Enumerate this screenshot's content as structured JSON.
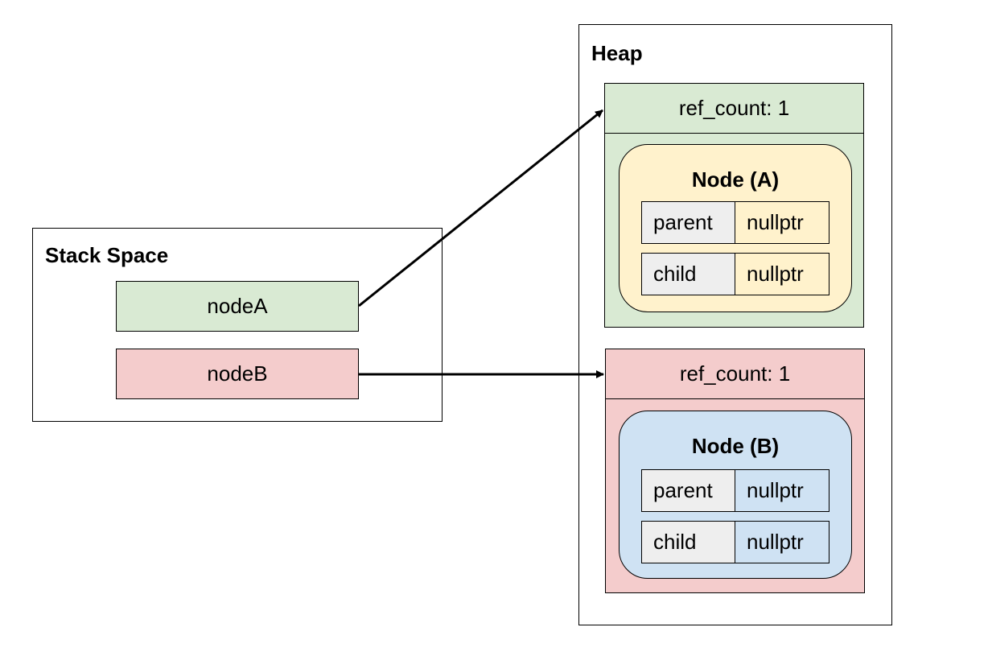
{
  "colors": {
    "green": "#d9ead3",
    "red": "#f4cccc",
    "yellow": "#fff2cc",
    "blue": "#cfe2f3",
    "field_gray": "#eeeeee",
    "line": "#000000"
  },
  "stack": {
    "title": "Stack Space",
    "vars": [
      {
        "label": "nodeA",
        "color": "green"
      },
      {
        "label": "nodeB",
        "color": "red"
      }
    ]
  },
  "heap": {
    "title": "Heap",
    "blocks": [
      {
        "ref_count": "ref_count: 1",
        "color": "green",
        "node": {
          "title": "Node (A)",
          "color": "yellow",
          "fields": [
            {
              "name": "parent",
              "value": "nullptr"
            },
            {
              "name": "child",
              "value": "nullptr"
            }
          ]
        }
      },
      {
        "ref_count": "ref_count: 1",
        "color": "red",
        "node": {
          "title": "Node (B)",
          "color": "blue",
          "fields": [
            {
              "name": "parent",
              "value": "nullptr"
            },
            {
              "name": "child",
              "value": "nullptr"
            }
          ]
        }
      }
    ]
  },
  "arrows": [
    {
      "from": "nodeA",
      "to": "heap-block-a"
    },
    {
      "from": "nodeB",
      "to": "heap-block-b"
    }
  ]
}
